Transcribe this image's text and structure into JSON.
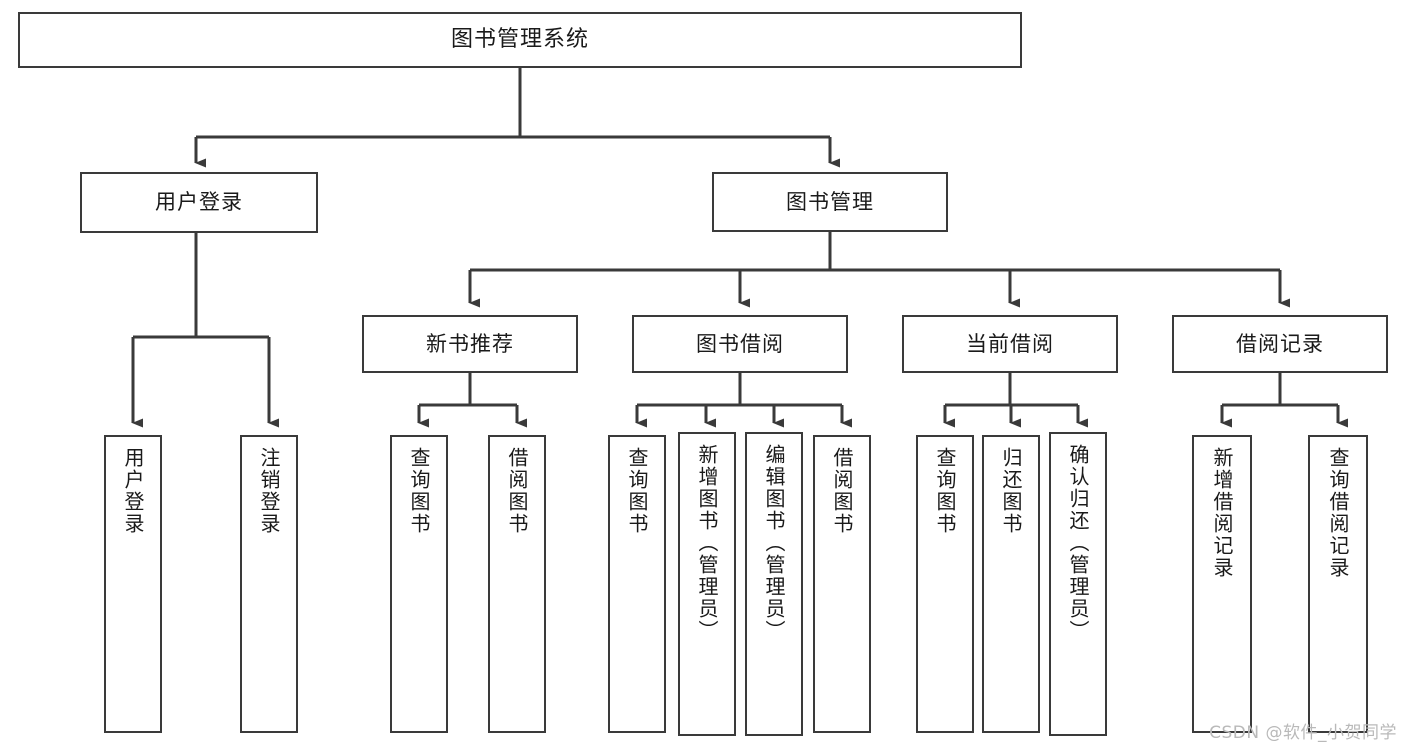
{
  "diagram": {
    "type": "hierarchy-tree",
    "title": "图书管理系统",
    "watermark": "CSDN @软件_小贺同学",
    "colors": {
      "background": "#ffffff",
      "stroke": "#3a3a3a",
      "text": "#1a1a1a",
      "watermark": "#b9b9b9"
    },
    "levels": {
      "root": {
        "label": "图书管理系统"
      },
      "level2": [
        {
          "label": "用户登录"
        },
        {
          "label": "图书管理"
        }
      ],
      "level3": [
        {
          "label": "新书推荐"
        },
        {
          "label": "图书借阅"
        },
        {
          "label": "当前借阅"
        },
        {
          "label": "借阅记录"
        }
      ],
      "leaves_user_login": [
        {
          "label": "用户登录"
        },
        {
          "label": "注销登录"
        }
      ],
      "leaves_new_book": [
        {
          "label": "查询图书"
        },
        {
          "label": "借阅图书"
        }
      ],
      "leaves_book_borrow": [
        {
          "label": "查询图书"
        },
        {
          "label": "新增图书（管理员）"
        },
        {
          "label": "编辑图书（管理员）"
        },
        {
          "label": "借阅图书"
        }
      ],
      "leaves_current_borrow": [
        {
          "label": "查询图书"
        },
        {
          "label": "归还图书"
        },
        {
          "label": "确认归还（管理员）"
        }
      ],
      "leaves_borrow_record": [
        {
          "label": "新增借阅记录"
        },
        {
          "label": "查询借阅记录"
        }
      ]
    }
  }
}
